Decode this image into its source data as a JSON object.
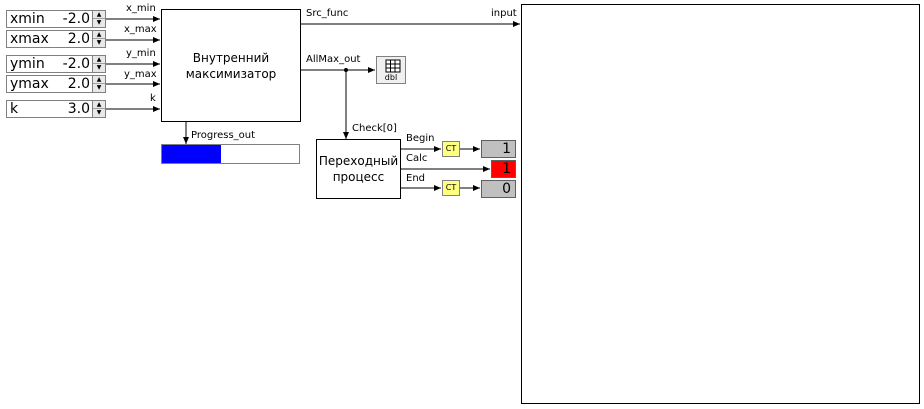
{
  "inputs": [
    {
      "label": "xmin",
      "value": "-2.0",
      "port": "x_min"
    },
    {
      "label": "xmax",
      "value": "2.0",
      "port": "x_max"
    },
    {
      "label": "ymin",
      "value": "-2.0",
      "port": "y_min"
    },
    {
      "label": "ymax",
      "value": "2.0",
      "port": "y_max"
    },
    {
      "label": "k",
      "value": "3.0",
      "port": "k"
    }
  ],
  "maximizer": {
    "title": "Внутренний\nмаксимизатор"
  },
  "transient": {
    "title": "Переходный\nпроцесс"
  },
  "signals": {
    "src_func": "Src_func",
    "input": "input",
    "allmax_out": "AllMax_out",
    "check": "Check[0]",
    "progress_out": "Progress_out",
    "begin": "Begin",
    "calc": "Calc",
    "end": "End"
  },
  "table_block": {
    "label": "dbl"
  },
  "counter_label": "CT",
  "progress": {
    "fraction": 0.43,
    "fill_color": "#0000ff"
  },
  "displays": [
    {
      "value": "1",
      "color": "#c0c0c0"
    },
    {
      "value": "1",
      "color": "#ff0000"
    },
    {
      "value": "0",
      "color": "#c0c0c0"
    }
  ]
}
